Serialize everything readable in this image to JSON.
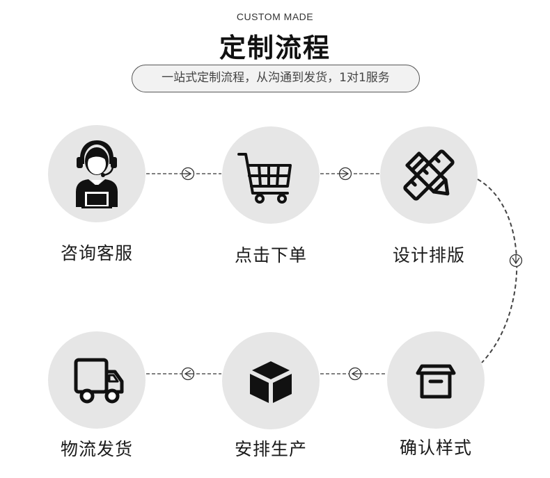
{
  "header": {
    "kicker": "CUSTOM MADE",
    "title": "定制流程",
    "subtitle": "一站式定制流程，从沟通到发货，1对1服务"
  },
  "steps": [
    {
      "label": "咨询客服",
      "icon": "customer-service-icon"
    },
    {
      "label": "点击下单",
      "icon": "shopping-cart-icon"
    },
    {
      "label": "设计排版",
      "icon": "pencil-ruler-icon"
    },
    {
      "label": "确认样式",
      "icon": "archive-box-icon"
    },
    {
      "label": "安排生产",
      "icon": "cube-icon"
    },
    {
      "label": "物流发货",
      "icon": "delivery-truck-icon"
    }
  ],
  "colors": {
    "circle_fill": "#e6e6e6",
    "icon": "#111111",
    "connector": "#333333"
  }
}
